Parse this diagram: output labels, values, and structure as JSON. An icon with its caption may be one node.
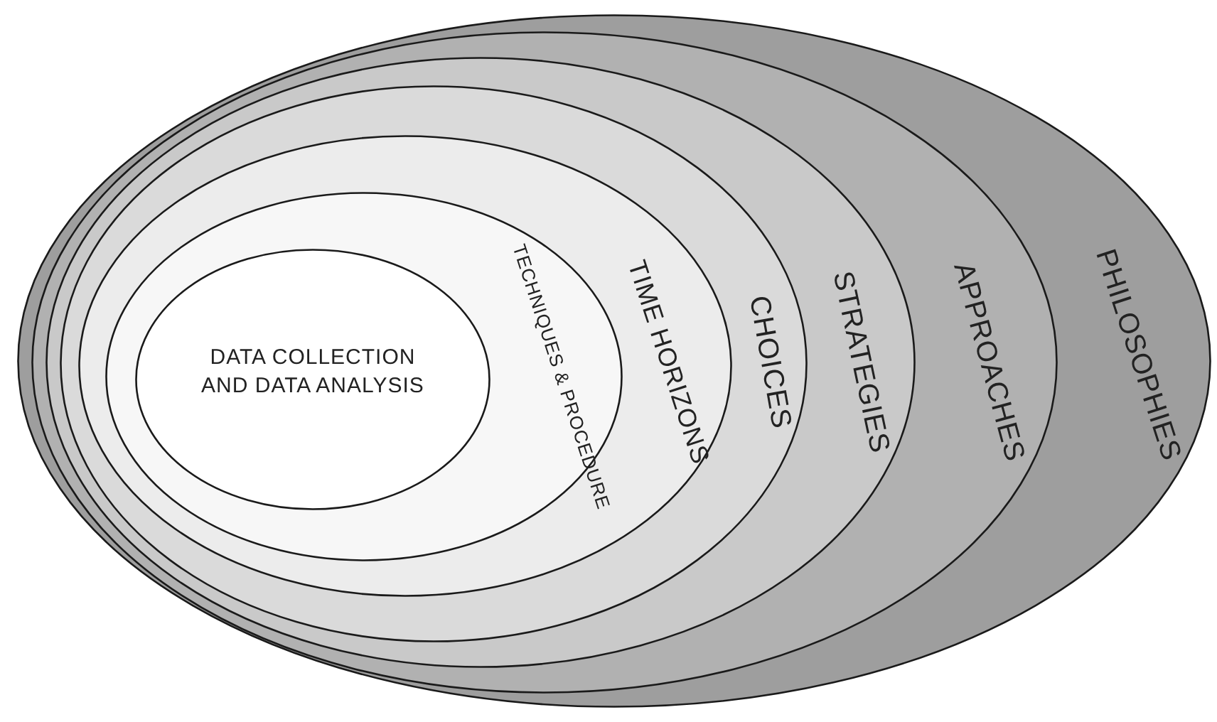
{
  "diagram": {
    "nodes": [
      {
        "text": [
          "PHILOSOPHIES"
        ]
      },
      {
        "text": [
          "APPROACHES"
        ],
        "in": 0
      },
      {
        "text": [
          "STRATEGIES"
        ],
        "in": 1
      },
      {
        "text": [
          "CHOICES"
        ],
        "in": 2
      },
      {
        "text": [
          "TIME HORIZONS"
        ],
        "in": 3
      },
      {
        "text": [
          "TECHNIQUES & PROCEDURE"
        ],
        "in": 4
      },
      {
        "text": [
          "DATA COLLECTION AND DATA ANALYSIS"
        ],
        "in": 5
      }
    ]
  }
}
